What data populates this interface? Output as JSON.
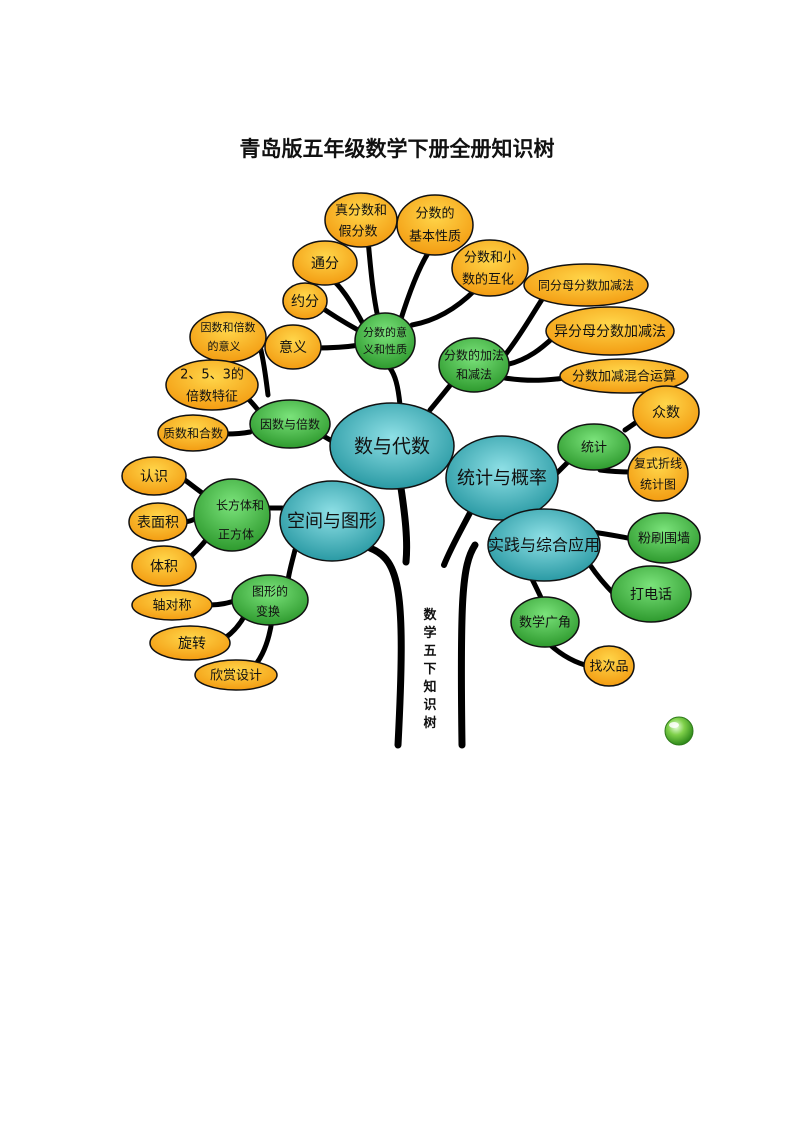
{
  "title": "青岛版五年级数学下册全册知识树",
  "trunk_label": "数学五下知识树",
  "nodes": {
    "shu_yu_daishu": "数与代数",
    "kongjian": "空间与图形",
    "tongji_gailv": "统计与概率",
    "shijian": "实践与综合应用",
    "fenshu_yiyi": [
      "分数的意",
      "义和性质"
    ],
    "fenshu_jiajian": [
      "分数的加法",
      "和减法"
    ],
    "yinshu_beishu": "因数与倍数",
    "changfangti": [
      "长方体和",
      "正方体"
    ],
    "tuxing_bianhuan": [
      "图形的",
      "变换"
    ],
    "tongji": "统计",
    "shuxue_guangjiao": "数学广角",
    "zhen_jia": [
      "真分数和",
      "假分数"
    ],
    "jiben_xingzhi": [
      "分数的",
      "基本性质"
    ],
    "tongfen": "通分",
    "yuefen": "约分",
    "yiyi": "意义",
    "hucha": [
      "分数和小",
      "数的互化"
    ],
    "tong_fenmu": "同分母分数加减法",
    "yi_fenmu": "异分母分数加减法",
    "hunhe": "分数加减混合运算",
    "yinshu_yiyi": [
      "因数和倍数",
      "的意义"
    ],
    "beishu_tezheng": [
      "2、5、3的",
      "倍数特征"
    ],
    "zhishu": "质数和合数",
    "renshi": "认识",
    "biaomianji": "表面积",
    "tiji": "体积",
    "zhouduichen": "轴对称",
    "xuanzhuan": "旋转",
    "xinshang": "欣赏设计",
    "zhongshu": "众数",
    "zhexian": [
      "复式折线",
      "统计图"
    ],
    "fenshua": "粉刷围墙",
    "dadianhua": "打电话",
    "zhaocipin": "找次品"
  },
  "colors": {
    "major_node": "#38b4bc",
    "sub_node": "#3aaa3a",
    "leaf_node": "#f6a623",
    "branch": "#000000"
  }
}
